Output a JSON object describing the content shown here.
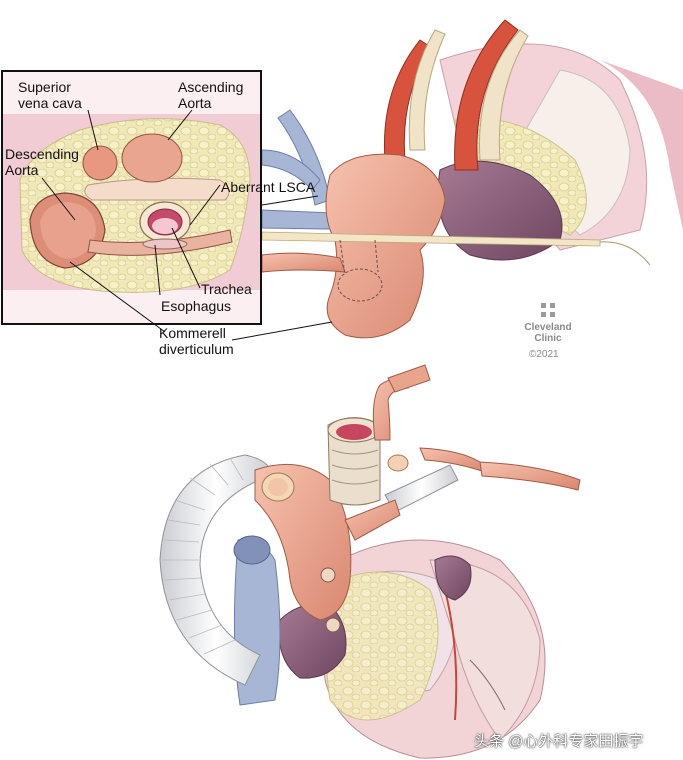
{
  "labels": {
    "superior_vena_cava": [
      "Superior",
      "vena cava"
    ],
    "ascending_aorta": [
      "Ascending",
      "Aorta"
    ],
    "descending_aorta": [
      "Descending",
      "Aorta"
    ],
    "aberrant_lsca": "Aberrant LSCA",
    "trachea": "Trachea",
    "esophagus": "Esophagus",
    "kommerell": [
      "Kommerell",
      "diverticulum"
    ]
  },
  "logo": {
    "line1": "Cleveland",
    "line2": "Clinic",
    "copyright": "©2021"
  },
  "watermark": "头条 @心外科专家田振宇",
  "colors": {
    "inset_border": "#111111",
    "tissue_pink": "#efc6cf",
    "fat_yellow": "#f0e7b6",
    "aorta_salmon": "#e9a48c",
    "vein_blue": "#a8b6d6",
    "graft_white": "#eef0f2",
    "heart_purple": "#8e5f7b"
  }
}
